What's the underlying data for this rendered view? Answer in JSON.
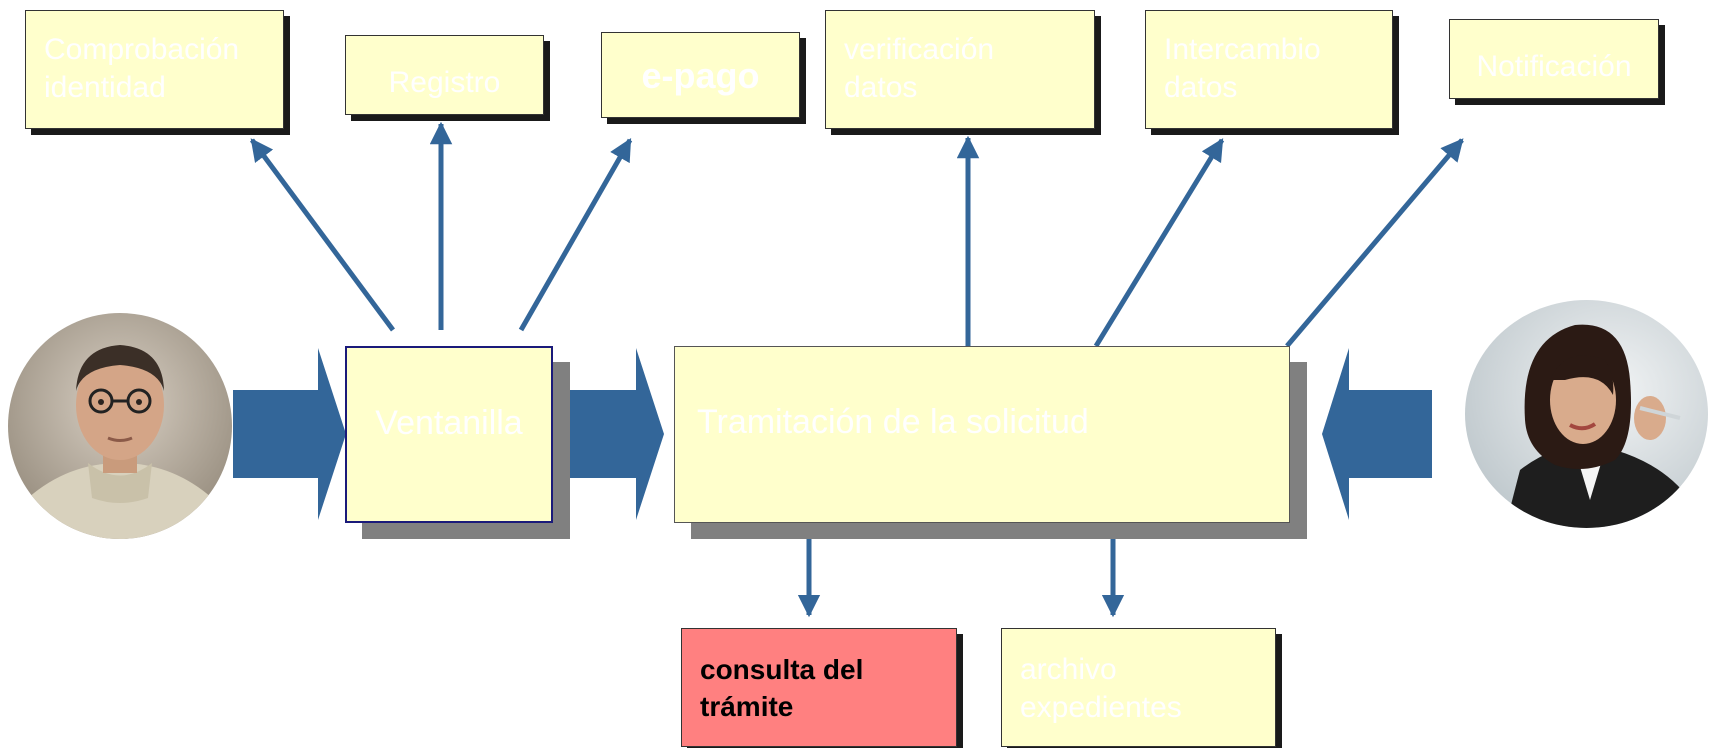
{
  "colors": {
    "box_fill": "#ffffcc",
    "highlight_fill": "#ff8080",
    "arrow": "#336699",
    "shadow": "#808080"
  },
  "top_boxes": {
    "identity": "Comprobación\nidentidad",
    "registry": "Registro",
    "epayment": "e-pago",
    "verification": "verificación\ndatos",
    "exchange": "Intercambio\ndatos",
    "notification": "Notificación"
  },
  "process": {
    "counter": "Ventanilla",
    "processing": "Tramitación de la solicitud"
  },
  "bottom_boxes": {
    "status_query": "consulta del\ntrámite",
    "archive": "archivo\nexpedientes"
  },
  "people": {
    "citizen": "man-portrait",
    "officer": "woman-portrait"
  }
}
